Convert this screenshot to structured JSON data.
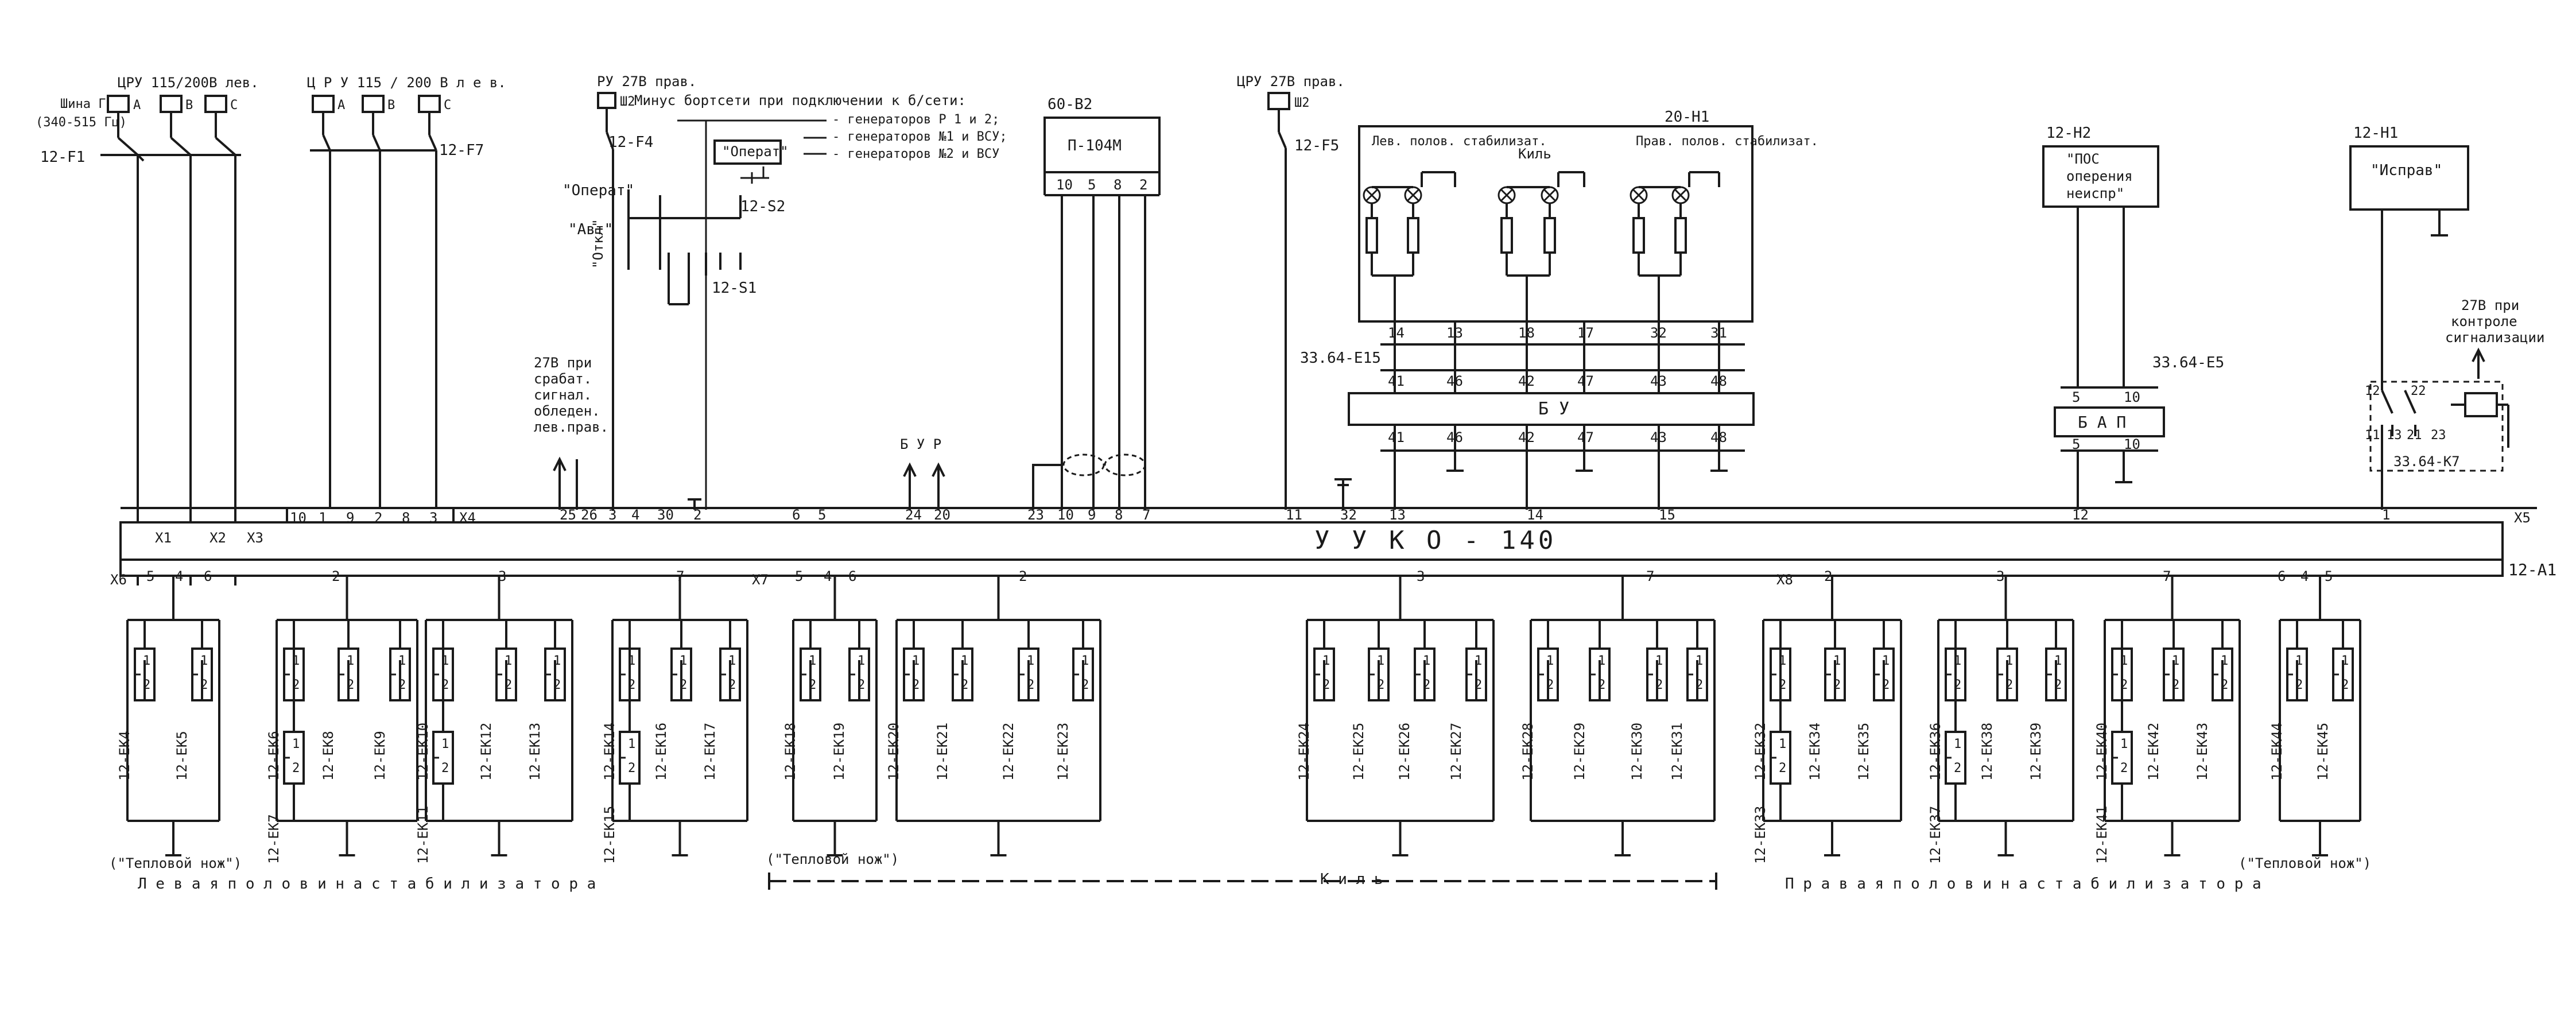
{
  "supply_left_a": {
    "label": "ЦРУ 115/200В  лев.",
    "bus": "Шина Г1",
    "freq": "(340-515 Гц)",
    "phases": [
      "А",
      "В",
      "С"
    ],
    "breaker": "12-F1"
  },
  "supply_left_b": {
    "label": "Ц Р У    115 / 200 В   л е в.",
    "phases": [
      "А",
      "В",
      "С"
    ],
    "breaker": "12-F7"
  },
  "supply_ru": {
    "label": "РУ 27В прав.",
    "bus": "Ш2",
    "breaker": "12-F4"
  },
  "supply_cru_right": {
    "label": "ЦРУ 27В прав.",
    "bus": "Ш2",
    "breaker": "12-F5"
  },
  "minus_note": {
    "title": "Минус бортсети при подключении к б/сети:",
    "lines": [
      "- генераторов Р 1 и 2;",
      "- генераторов №1 и ВСУ;",
      "- генераторов №2 и ВСУ"
    ]
  },
  "switch_labels": {
    "oper_left": "\"Операт\"",
    "avt": "\"Авт\"",
    "oper_box": "\"Операт\"",
    "otkl": "\"Откл\"",
    "s1": "12-S1",
    "s2": "12-S2"
  },
  "note_27v": [
    "27В при",
    "срабат.",
    "сигнал.",
    "обледен.",
    "лев.прав."
  ],
  "bur": "Б У Р",
  "relay": {
    "ref": "60-В2",
    "name": "П-104М",
    "pins": [
      "10",
      "5",
      "8",
      "2"
    ]
  },
  "h1_block": {
    "ref": "20-Н1",
    "groups": [
      "Лев. полов. стабилизат.",
      "Киль",
      "Прав. полов. стабилизат."
    ],
    "top_pins": [
      "14",
      "13",
      "18",
      "17",
      "32",
      "31"
    ]
  },
  "bu_block": {
    "connector": "33.64-Е15",
    "label": "Б  У",
    "top_pins": [
      "41",
      "46",
      "42",
      "47",
      "43",
      "48"
    ],
    "bottom_pins": [
      "41",
      "46",
      "42",
      "47",
      "43",
      "48"
    ]
  },
  "h2_block": {
    "ref": "12-Н2",
    "text": [
      "\"ПОС",
      "оперения",
      "неиспр\""
    ]
  },
  "bap_block": {
    "connector": "33.64-Е5",
    "label": "Б А П",
    "pins": [
      "5",
      "10",
      "5",
      "10"
    ]
  },
  "h1_ispr": {
    "ref": "12-Н1",
    "text": "\"Исправ\""
  },
  "k7_block": {
    "ref": "33.64-К7",
    "note": [
      "27В при",
      "контроле",
      "сигнализации"
    ],
    "pins": [
      "12",
      "22",
      "11",
      "13",
      "21",
      "23"
    ]
  },
  "main_unit": {
    "name": "У У К О - 140",
    "ref": "12-А1"
  },
  "connector_x4": {
    "name": "Х4",
    "pins": [
      "10",
      "1",
      "9",
      "2",
      "8",
      "3"
    ]
  },
  "connector_x5": {
    "name": "Х5",
    "pins": [
      "25",
      "26",
      "3",
      "4",
      "30",
      "2",
      "6",
      "5",
      "24",
      "20",
      "23",
      "10",
      "9",
      "8",
      "7",
      "11",
      "32",
      "13",
      "14",
      "15",
      "12",
      "1"
    ]
  },
  "connector_x123": [
    "Х1",
    "Х2",
    "Х3"
  ],
  "connector_x6": {
    "name": "Х6",
    "pins": [
      "5",
      "4",
      "6",
      "2",
      "3",
      "7"
    ]
  },
  "connector_x7": {
    "name": "Х7",
    "pins": [
      "5",
      "4",
      "6",
      "2",
      "3",
      "7"
    ]
  },
  "connector_x8": {
    "name": "Х8",
    "pins": [
      "2",
      "3",
      "7",
      "6",
      "4",
      "5"
    ]
  },
  "heaters_group1": [
    "12-ЕК4",
    "12-ЕК5",
    "12-ЕК6",
    "12-ЕК7",
    "12-ЕК8",
    "12-ЕК9",
    "12-ЕК10",
    "12-ЕК11",
    "12-ЕК12",
    "12-ЕК13",
    "12-ЕК14",
    "12-ЕК15",
    "12-ЕК16",
    "12-ЕК17"
  ],
  "heaters_group2": [
    "12-ЕК18",
    "12-ЕК19",
    "12-ЕК20",
    "12-ЕК21",
    "12-ЕК22",
    "12-ЕК23",
    "12-ЕК24",
    "12-ЕК25",
    "12-ЕК26",
    "12-ЕК27",
    "12-ЕК28",
    "12-ЕК29",
    "12-ЕК30",
    "12-ЕК31"
  ],
  "heaters_group3": [
    "12-ЕК32",
    "12-ЕК33",
    "12-ЕК34",
    "12-ЕК35",
    "12-ЕК36",
    "12-ЕК37",
    "12-ЕК38",
    "12-ЕК39",
    "12-ЕК40",
    "12-ЕК41",
    "12-ЕК42",
    "12-ЕК43",
    "12-ЕК44",
    "12-ЕК45"
  ],
  "heater_pins": [
    "1",
    "2"
  ],
  "teplovoi_nozh": "(\"Тепловой нож\")",
  "teplovoi_nozh_mid": "(\"Тепловой нож\")",
  "section_left": "Л е в а я     п о л о в и н а     с т а б и л и з а т о р а",
  "section_mid": "К и л ь",
  "section_right": "П р а в а я     п о л о в и н а     с т а б и л и з а т о р а",
  "colors": {
    "ink": "#1a1a1a",
    "paper": "#ffffff"
  }
}
